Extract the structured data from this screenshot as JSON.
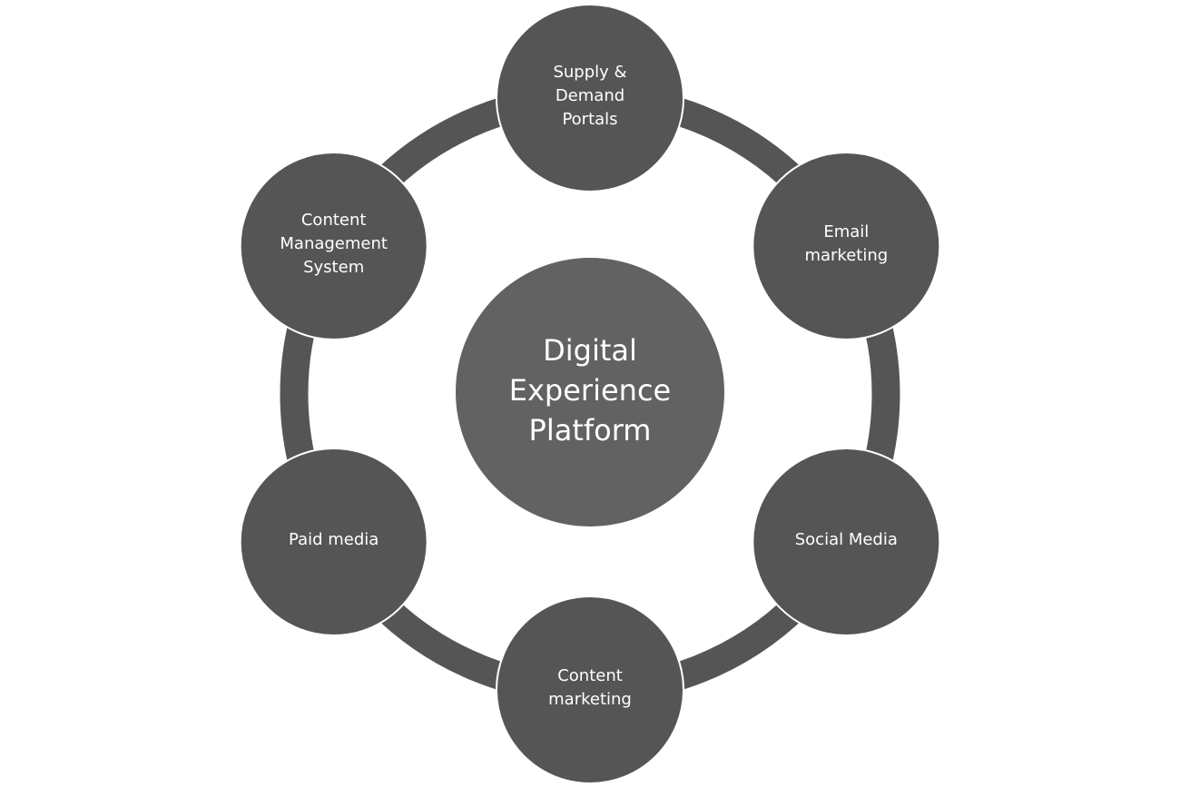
{
  "colors": {
    "ring": "#555555",
    "node": "#555555",
    "hub": "#626262",
    "text": "#ffffff"
  },
  "hub": {
    "label": "Digital\nExperience\nPlatform"
  },
  "nodes": [
    {
      "label": "Supply &\nDemand\nPortals"
    },
    {
      "label": "Email\nmarketing"
    },
    {
      "label": "Social Media"
    },
    {
      "label": "Content\nmarketing"
    },
    {
      "label": "Paid media"
    },
    {
      "label": "Content\nManagement\nSystem"
    }
  ]
}
